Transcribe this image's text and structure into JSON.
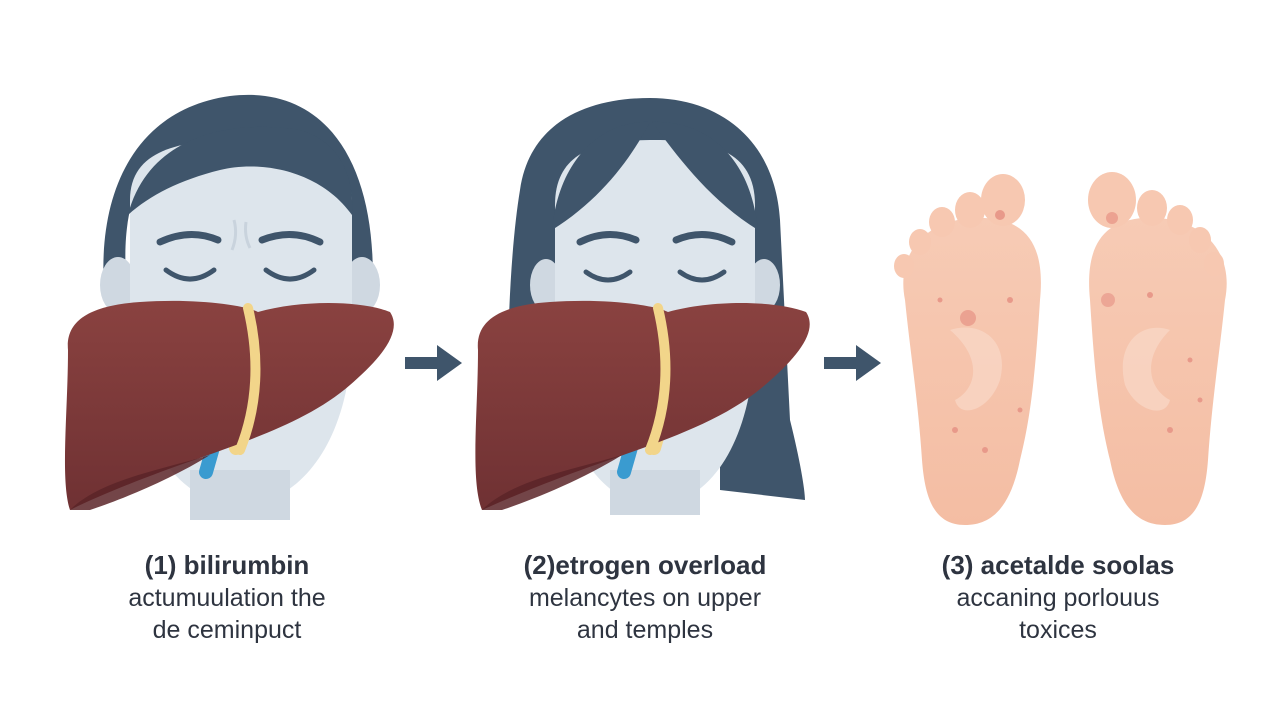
{
  "colors": {
    "hair": "#3f556b",
    "skin": "#dde5ec",
    "skin_shadow": "#c9d3dd",
    "liver": "#7e3a39",
    "liver_dark": "#5a2428",
    "bile_yellow": "#f2d58a",
    "bile_blue": "#3a9bd0",
    "foot": "#f6c7b0",
    "foot_light": "#f9d8c8",
    "foot_spot": "#e8998a",
    "arrow": "#3f556b",
    "text": "#2e3440"
  },
  "icons": [
    "face-with-liver-1",
    "face-with-liver-2",
    "feet-soles",
    "arrow-right-icon",
    "arrow-right-icon"
  ],
  "steps": [
    {
      "title": "(1) bilirumbin",
      "lines": [
        "actumuulation the",
        "de ceminpuct"
      ]
    },
    {
      "title": "(2)etrogen overload",
      "lines": [
        "melancytes on upper",
        "and temples"
      ]
    },
    {
      "title": "(3) acetalde soolas",
      "lines": [
        "accaning porlouus",
        "toxices"
      ]
    }
  ]
}
